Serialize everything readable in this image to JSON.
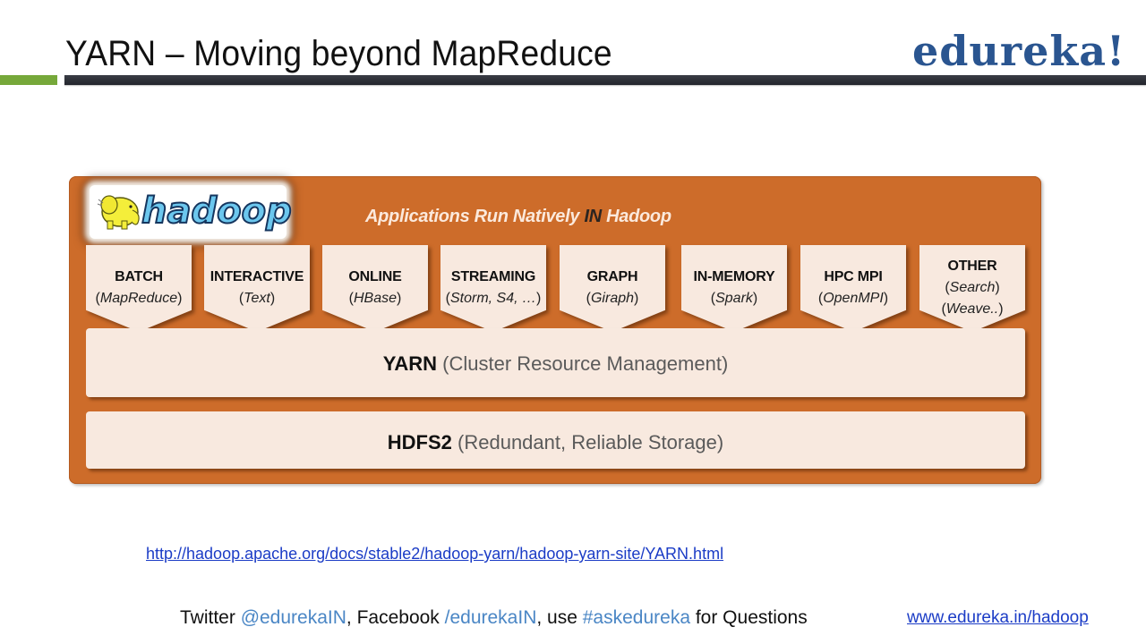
{
  "slide": {
    "title": "YARN – Moving beyond MapReduce",
    "logo_text": "edureka!",
    "accent_colors": {
      "green_bar": "#76a83a",
      "dark_bar": "#2b2d34",
      "logo_blue": "#2a5590",
      "panel_orange": "#cd6c2a",
      "box_fill": "#f8e9df"
    }
  },
  "diagram": {
    "hadoop_logo_text": "hadoop",
    "hadoop_logo_icon": "elephant-icon",
    "heading_part1": "Applications Run Natively ",
    "heading_emph": "IN",
    "heading_part2": " Hadoop",
    "apps": [
      {
        "name": "BATCH",
        "sub": [
          "MapReduce"
        ]
      },
      {
        "name": "INTERACTIVE",
        "sub": [
          "Text"
        ]
      },
      {
        "name": "ONLINE",
        "sub": [
          "HBase"
        ]
      },
      {
        "name": "STREAMING",
        "sub": [
          "Storm, S4, …"
        ]
      },
      {
        "name": "GRAPH",
        "sub": [
          "Giraph"
        ]
      },
      {
        "name": "IN-MEMORY",
        "sub": [
          "Spark"
        ]
      },
      {
        "name": "HPC MPI",
        "sub": [
          "OpenMPI"
        ]
      },
      {
        "name": "OTHER",
        "sub": [
          "Search",
          "Weave.."
        ]
      }
    ],
    "yarn_layer": {
      "strong": "YARN",
      "rest": " (Cluster Resource Management)"
    },
    "hdfs_layer": {
      "strong": "HDFS2",
      "rest": " (Redundant, Reliable Storage)"
    }
  },
  "links": {
    "reference_url": "http://hadoop.apache.org/docs/stable2/hadoop-yarn/hadoop-yarn-site/YARN.html",
    "site_url": "www.edureka.in/hadoop"
  },
  "footer": {
    "t1": "Twitter ",
    "twitter_handle": "@edurekaIN",
    "t2": ", Facebook ",
    "facebook_handle": "/edurekaIN",
    "t3": ", use ",
    "hashtag": "#askedureka",
    "t4": " for Questions"
  }
}
